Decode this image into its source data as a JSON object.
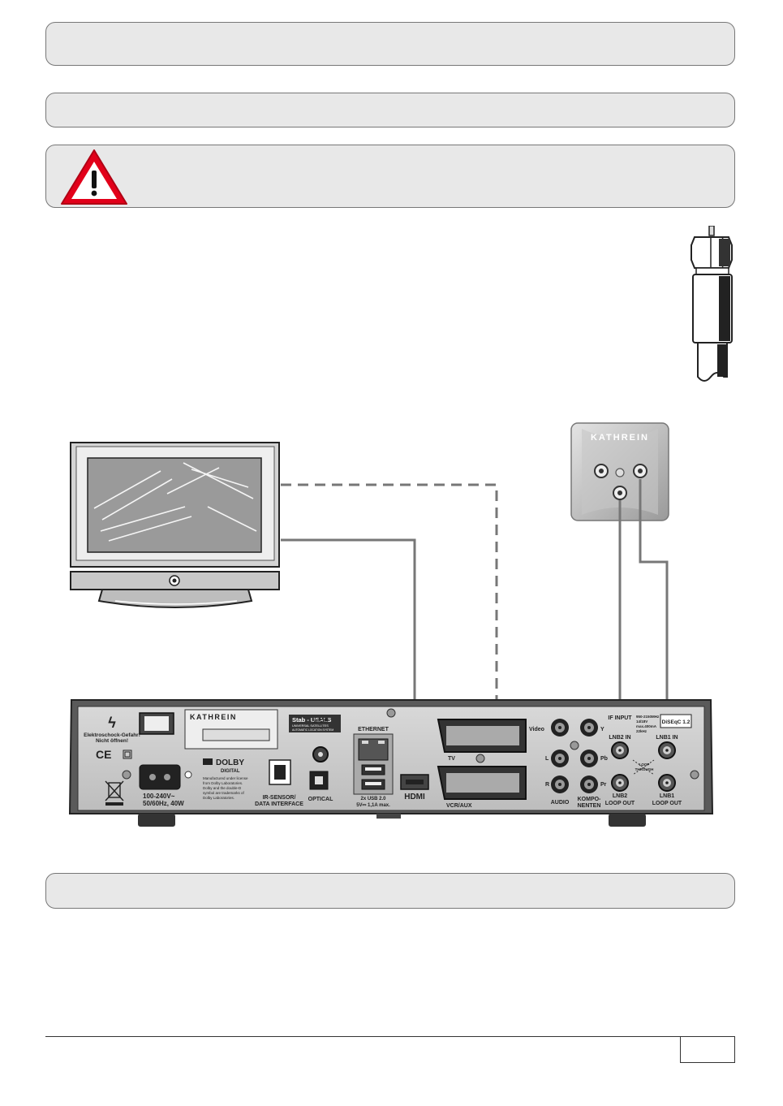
{
  "brand": "KATHREIN",
  "wall_socket": {
    "brand": "KATHREIN"
  },
  "receiver": {
    "brand": "KATHREIN",
    "warning_text_1": "Elektroschock-Gefahr!",
    "warning_text_2": "Nicht öffnen!",
    "ce_mark": "CE",
    "power_label_1": "100-240V~",
    "power_label_2": "50/60Hz,  40W",
    "dolby_brand": "DOLBY",
    "dolby_sub": "DIGITAL",
    "dolby_note_1": "Manufactured under license",
    "dolby_note_2": "from Dolby Laboratories.",
    "dolby_note_3": "Dolby and the double-D",
    "dolby_note_4": "symbol are trademarks of",
    "dolby_note_5": "Dolby Laboratories.",
    "usals_1": "Stab - USALS",
    "usals_2": "UNIVERSAL SATELLITES",
    "usals_3": "AUTOMATIC LOCATION SYSTEM",
    "spdif": "SPDIF",
    "ir_sensor_1": "IR-SENSOR/",
    "ir_sensor_2": "DATA INTERFACE",
    "optical": "OPTICAL",
    "ethernet": "ETHERNET",
    "usb_1": "2x USB 2.0",
    "usb_2": "5V⎓ 1,1A max.",
    "hdmi": "HDMI",
    "tv": "TV",
    "vcr_aux": "VCR/AUX",
    "video": "Video",
    "l": "L",
    "r": "R",
    "audio": "AUDIO",
    "y": "Y",
    "pb": "Pb",
    "pr": "Pr",
    "komponenten_1": "KOMPO-",
    "komponenten_2": "NENTEN",
    "if_input": "IF INPUT",
    "if_spec_1": "950-2150MHz",
    "if_spec_2": "14/18V",
    "if_spec_3": "max.400mA",
    "if_spec_4": "22kHz",
    "diseqc": "DiSEqC 1.2",
    "lnb2_in": "LNB2 IN",
    "lnb1_in": "LNB1 IN",
    "loop_1": "LOOP",
    "loop_2": "THROUGH",
    "lnb2_out_1": "LNB2",
    "lnb2_out_2": "LOOP OUT",
    "lnb1_out_1": "LNB1",
    "lnb1_out_2": "LOOP OUT"
  },
  "colors": {
    "header_box_fill": "#e8e8e8",
    "cable_color": "#777777",
    "warning_red": "#e2001a"
  }
}
